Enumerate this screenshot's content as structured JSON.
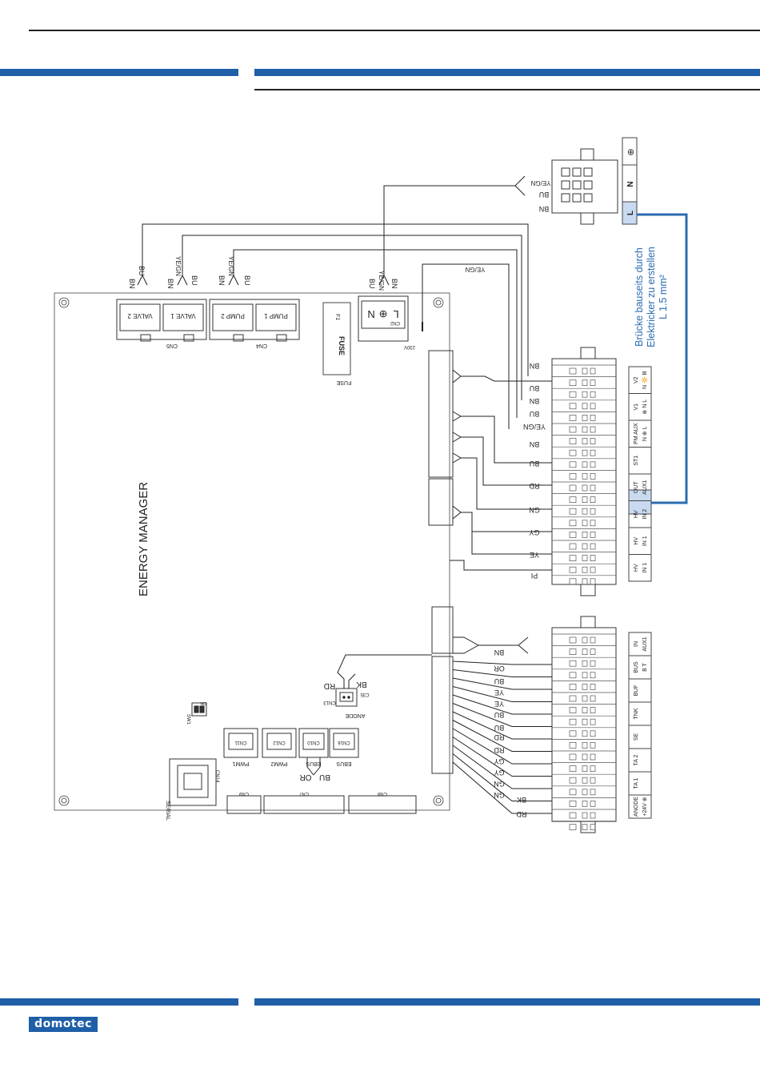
{
  "brand": {
    "logo_text": "domotec",
    "accent": "#1f5fa8",
    "bridge_color": "#2b6cb0"
  },
  "board": {
    "title": "ENERGY MANAGER",
    "fuse_label": "FUSE",
    "fuse_id": "F1",
    "fuse_text": "FUSE",
    "cn2": {
      "label": "CN2",
      "voltage": "230V",
      "pins": [
        "L",
        "⊕",
        "N"
      ]
    },
    "cn5": {
      "label": "CN5",
      "slots": [
        "VALVE 2",
        "VALVE 1"
      ]
    },
    "cn4": {
      "label": "CN4",
      "slots": [
        "PUMP 2",
        "PUMP 1"
      ]
    },
    "small_connectors": [
      "CN11",
      "CN12",
      "CN10",
      "CN16"
    ],
    "small_connector_labels": [
      "PWM1",
      "PWM2",
      "EBUS",
      "EBUS"
    ],
    "cn13": {
      "label": "CN13",
      "extra": "C35",
      "anode": "ANODE",
      "wires": [
        "RD",
        "BK"
      ]
    },
    "bus_wires": [
      "BU",
      "OR"
    ],
    "bottom_connectors": [
      "CN9",
      "CN7",
      "CN8"
    ],
    "serial": {
      "label": "SERIAL",
      "id": "CN14"
    },
    "sw1": {
      "label": "SW1",
      "on": "ON"
    }
  },
  "wire_labels": {
    "cn5": [
      "BN",
      "BU",
      "BN",
      "YE/GN",
      "BU"
    ],
    "cn4": [
      "BN",
      "YE/GN",
      "BU"
    ],
    "cn2": [
      "BU",
      "YE/GN",
      "BN"
    ],
    "earth": "YE/GN",
    "mains": [
      "BN",
      "BU",
      "YE/GN"
    ],
    "upper_terminal": [
      "BN",
      "BU",
      "BN",
      "BU",
      "YE/GN",
      "BN",
      "BU",
      "RD",
      "GN",
      "GY",
      "YE",
      "PI"
    ],
    "lower_terminal": [
      "BN",
      "OR",
      "BU",
      "YE",
      "YE",
      "BU",
      "BU",
      "RD",
      "RD",
      "GY",
      "GY",
      "GN",
      "GN",
      "BK",
      "RD"
    ]
  },
  "mains_block": {
    "labels": [
      "⊕",
      "N",
      "L"
    ]
  },
  "upper_terminal_groups": [
    {
      "top": "V2",
      "bottom": "N 🔆 Ⅲ"
    },
    {
      "top": "V1",
      "bottom": "⊕ N L"
    },
    {
      "top": "PM AUX",
      "bottom": "N ⊕ L"
    },
    {
      "top": "ST1",
      "bottom": ""
    },
    {
      "top": "OUT",
      "bottom": "AUX1"
    },
    {
      "top": "HV",
      "bottom": "IN 2"
    },
    {
      "top": "HV",
      "bottom": "IN 1"
    },
    {
      "top": "HV",
      "bottom": "IN 1"
    }
  ],
  "lower_terminal_groups": [
    {
      "top": "IN",
      "bottom": "AUX1"
    },
    {
      "top": "BUS",
      "bottom": "B T"
    },
    {
      "top": "BUF",
      "bottom": ""
    },
    {
      "top": "TNK",
      "bottom": ""
    },
    {
      "top": "SE",
      "bottom": ""
    },
    {
      "top": "TA 2",
      "bottom": ""
    },
    {
      "top": "TA 1",
      "bottom": ""
    },
    {
      "top": "ANODE",
      "bottom": "+24V ⊕"
    }
  ],
  "bridge_note": {
    "line1": "Brücke bauseits durch",
    "line2": "Elektricker zu erstellen",
    "line3": "L 1.5 mm²"
  }
}
